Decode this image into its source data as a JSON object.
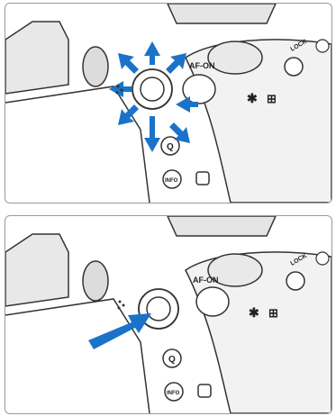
{
  "labels": {
    "af_on": "AF-ON",
    "star": "✱",
    "af_point_sel": "⊞",
    "q": "Q",
    "info": "INFO",
    "lock": "LOCK",
    "af_on_bottom": "AF-ON",
    "star_bottom": "✱",
    "af_point_sel_bottom": "⊞",
    "q_bottom": "Q",
    "info_bottom": "INFO",
    "lock_bottom": "LOCK"
  },
  "colors": {
    "arrow": "#1a73c9",
    "line": "#333333",
    "body_gray": "#d9d9d9"
  },
  "icons": {
    "multi_controller_top": "multi-controller-8-way-arrows",
    "multi_controller_bottom": "multi-controller-press-arrow"
  }
}
